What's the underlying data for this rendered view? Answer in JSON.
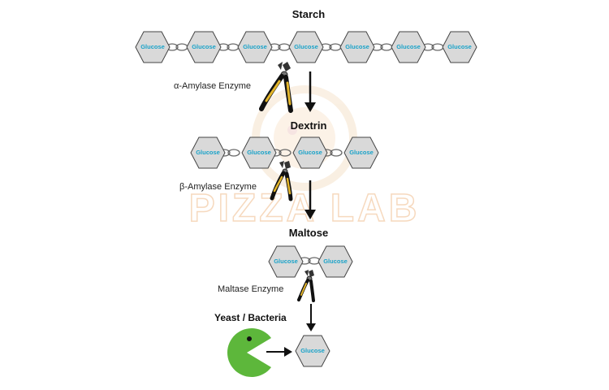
{
  "watermark": {
    "brand": "PIZZA LAB"
  },
  "stages": {
    "starch": {
      "title": "Starch"
    },
    "dextrin": {
      "title": "Dextrin"
    },
    "maltose": {
      "title": "Maltose"
    }
  },
  "enzymes": {
    "alpha": "α-Amylase Enzyme",
    "beta": "β-Amylase Enzyme",
    "maltase": "Maltase Enzyme"
  },
  "organism": "Yeast / Bacteria",
  "molecule_label": "Glucose",
  "colors": {
    "hex_fill": "#d9d9d9",
    "hex_stroke": "#444444",
    "glucose_text": "#1aa3c9",
    "pac_green": "#5db73b",
    "plier_handle": "#111111",
    "plier_grip": "#e3b52b"
  }
}
